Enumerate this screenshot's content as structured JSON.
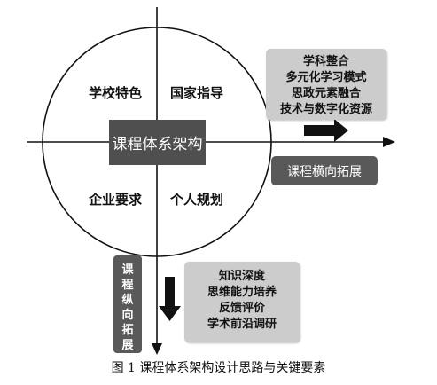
{
  "quadrants": {
    "top_left": "学校特色",
    "top_right": "国家指导",
    "bottom_left": "企业要求",
    "bottom_right": "个人规划"
  },
  "center": "课程体系架构",
  "horizontal": {
    "items": [
      "学科整合",
      "多元化学习模式",
      "思政元素融合",
      "技术与数字化资源"
    ],
    "label": "课程横向拓展"
  },
  "vertical": {
    "items": [
      "知识深度",
      "思维能力培养",
      "反馈评价",
      "学术前沿调研"
    ],
    "label": "课程纵向拓展"
  },
  "caption": "图 1 课程体系架构设计思路与关键要素",
  "colors": {
    "dark_box": "#4f4f4f",
    "light_box": "#cccccc",
    "line": "#111111"
  }
}
